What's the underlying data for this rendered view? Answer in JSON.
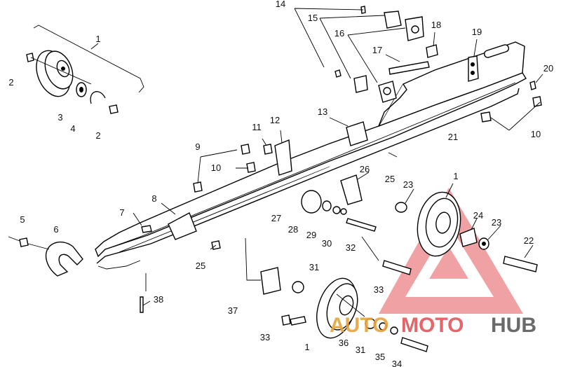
{
  "callouts": [
    "1",
    "2",
    "3",
    "4",
    "2",
    "14",
    "15",
    "16",
    "17",
    "18",
    "19",
    "20",
    "10",
    "21",
    "11",
    "12",
    "13",
    "9",
    "10",
    "26",
    "25",
    "23",
    "1",
    "8",
    "7",
    "5",
    "6",
    "27",
    "28",
    "29",
    "30",
    "32",
    "24",
    "23",
    "22",
    "25",
    "31",
    "33",
    "37",
    "38",
    "33",
    "1",
    "36",
    "31",
    "35",
    "34"
  ],
  "watermark": {
    "part1": "AUTO",
    "part2": "MOTO",
    "part3": "HUB",
    "colors": {
      "auto": "#e8a33a",
      "moto": "#e2555a",
      "hub": "#5a5a5a"
    }
  }
}
